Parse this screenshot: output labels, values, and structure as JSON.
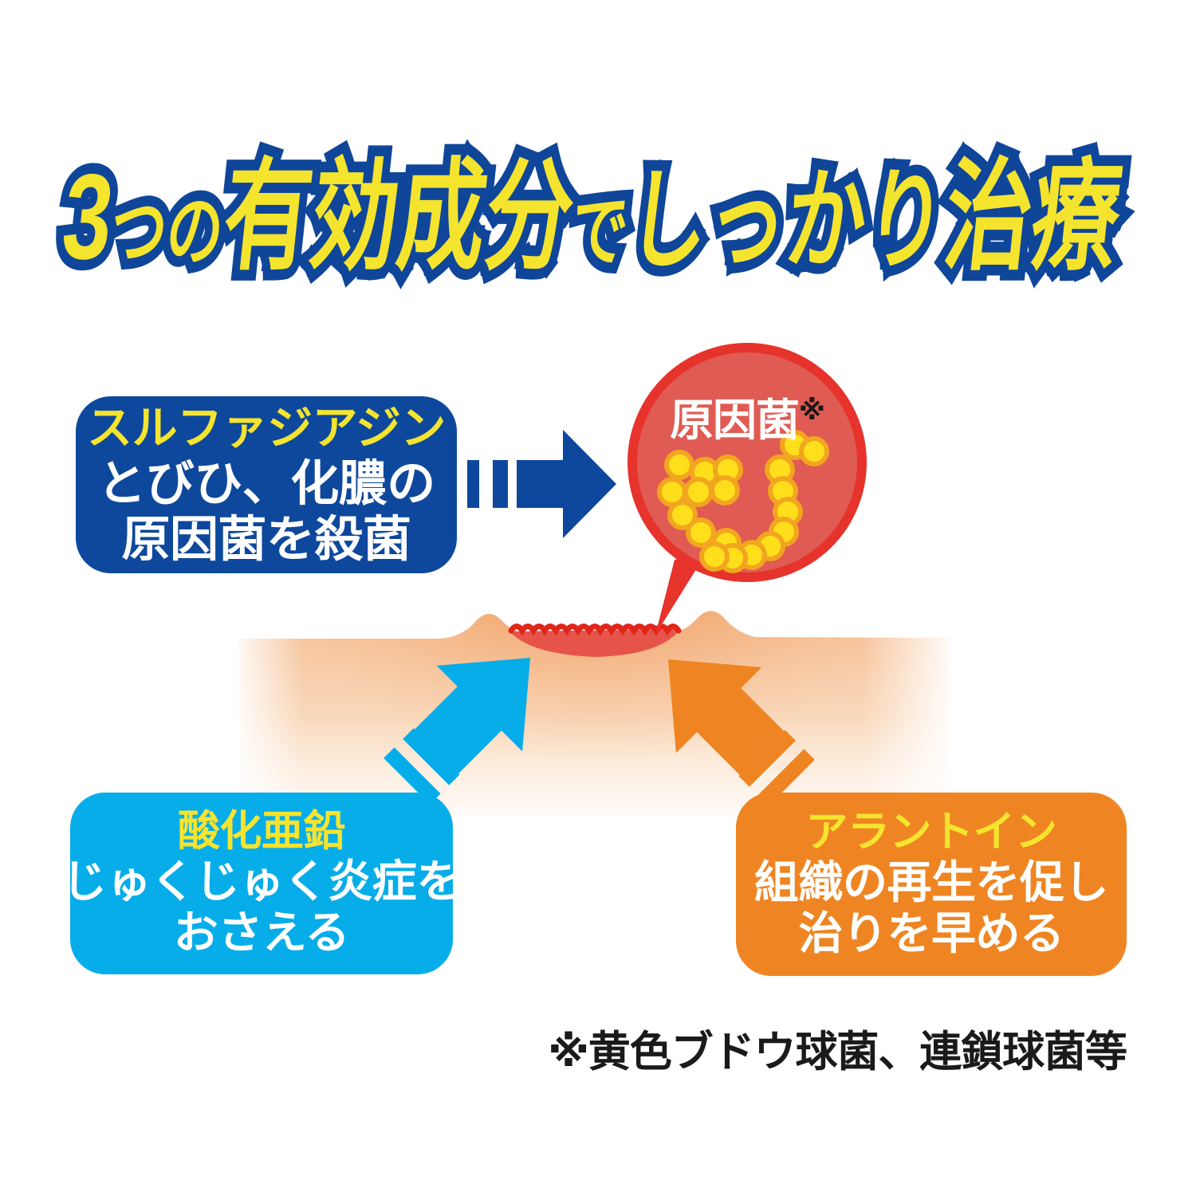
{
  "title": {
    "segments": [
      "3",
      "つの",
      "有効成分",
      "で",
      "しっかり",
      "治療"
    ],
    "full_text": "3つの有効成分でしっかり治療"
  },
  "cards": {
    "sulfadiazine": {
      "name": "スルファジアジン",
      "desc1": "とびひ、化膿の",
      "desc2": "原因菌を殺菌"
    },
    "zinc_oxide": {
      "name": "酸化亜鉛",
      "desc1": "じゅくじゅく炎症を",
      "desc2": "おさえる"
    },
    "allantoin": {
      "name": "アラントイン",
      "desc1": "組織の再生を促し",
      "desc2": "治りを早める"
    }
  },
  "bubble": {
    "label": "原因菌",
    "ref_mark": "※"
  },
  "footnote": {
    "text": "※黄色ブドウ球菌、連鎖球菌等"
  },
  "icons": {
    "bacteria_grape_cluster": "staphylococcus-dots",
    "bacteria_chain": "streptococcus-dots",
    "arrow_blue": "arrow-right",
    "arrow_cyan": "arrow-up-right",
    "arrow_orange": "arrow-up-left"
  },
  "colors": {
    "brand_blue": "#0e489c",
    "title_yellow": "#f5e42e",
    "cyan": "#06ade9",
    "orange": "#ef8522",
    "bubble_border_red": "#e6332b",
    "bubble_fill_red": "#e05b53",
    "wound_red": "#e65449",
    "wound_line_red": "#e0251a",
    "skin_tone": "#f6be92",
    "bacteria_yellow": "#ffdf1b",
    "bacteria_rim": "#f2a51f",
    "text_dark": "#1a1a1a",
    "white": "#ffffff"
  }
}
